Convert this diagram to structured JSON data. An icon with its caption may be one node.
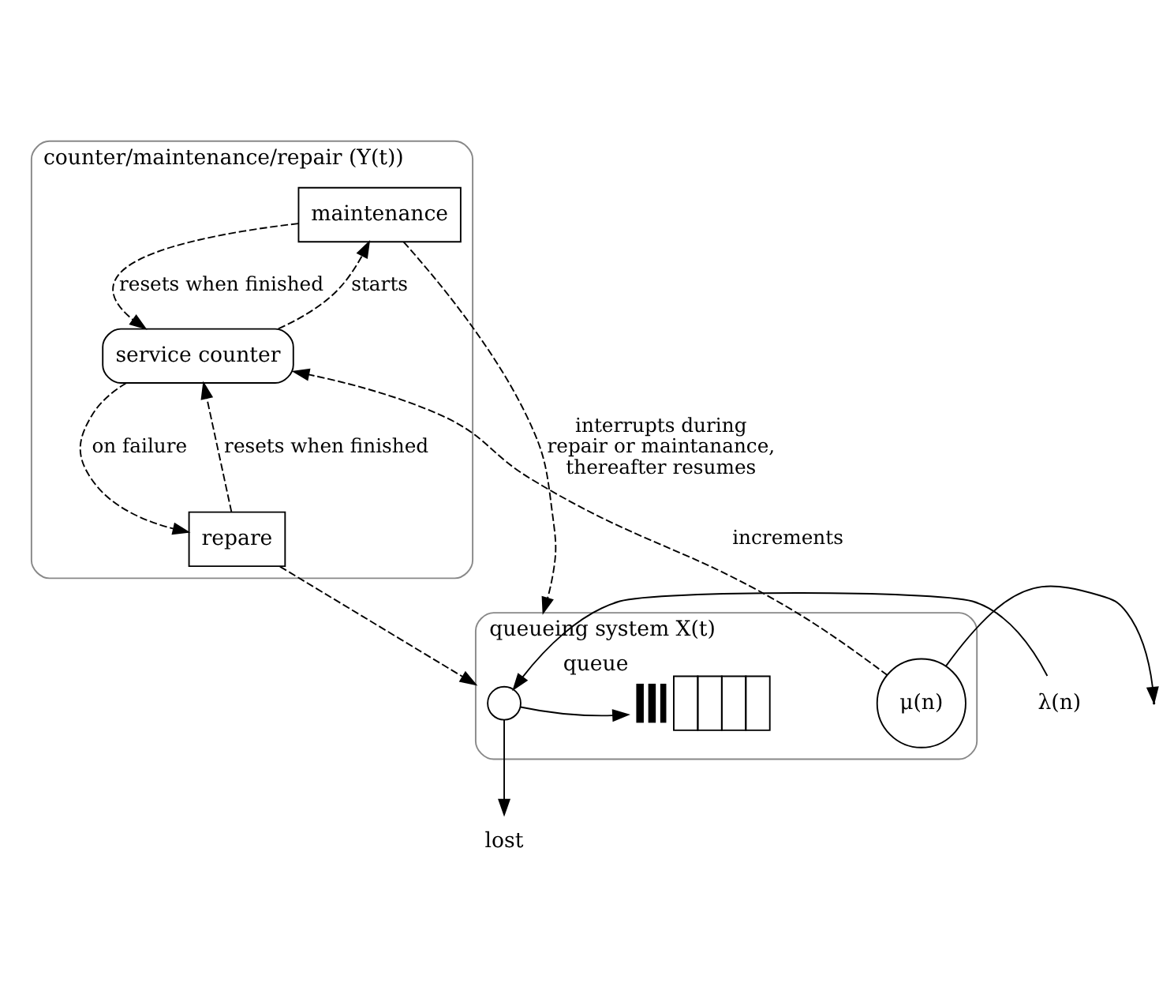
{
  "diagram": {
    "nodes": [
      {
        "text": [
          "counter/maintenance/repair (Y(t))"
        ]
      },
      {
        "text": [
          "maintenance"
        ],
        "in": 0
      },
      {
        "text": [
          "service counter"
        ],
        "in": 0
      },
      {
        "text": [
          "repare"
        ],
        "in": 0
      },
      {
        "text": [
          "queueing system X(t)"
        ]
      },
      {
        "text": [],
        "shape": "circle",
        "in": 4
      },
      {
        "text": [],
        "shape": "box",
        "in": 4,
        "beside": [
          "queue"
        ]
      },
      {
        "text": [
          "μ(n)"
        ],
        "in": 4
      },
      {
        "text": [
          "λ(n)"
        ]
      },
      {
        "text": [
          "lost"
        ]
      }
    ],
    "edges": [
      {
        "from": 1,
        "to": 2,
        "arrow": "to",
        "label": "resets when finished",
        "style": "dashed"
      },
      {
        "from": 2,
        "to": 1,
        "arrow": "to",
        "label": "starts",
        "style": "dashed"
      },
      {
        "from": 2,
        "to": 3,
        "arrow": "to",
        "label": "on failure",
        "style": "dashed"
      },
      {
        "from": 3,
        "to": 2,
        "arrow": "to",
        "label": "resets when finished",
        "style": "dashed"
      },
      {
        "from": 1,
        "to": 4,
        "arrow": "to",
        "label": "interrupts during repair or maintanance, thereafter resumes",
        "style": "dashed"
      },
      {
        "from": 3,
        "to": 4,
        "arrow": "to",
        "style": "dashed"
      },
      {
        "from": 7,
        "to": 2,
        "arrow": "to",
        "label": "increments",
        "style": "dashed"
      },
      {
        "from": 8,
        "to": 5,
        "arrow": "to"
      },
      {
        "from": 5,
        "to": 6,
        "arrow": "to"
      },
      {
        "from": 5,
        "to": 9,
        "arrow": "to"
      },
      {
        "from": 7,
        "to": null,
        "arrow": "to"
      }
    ]
  }
}
